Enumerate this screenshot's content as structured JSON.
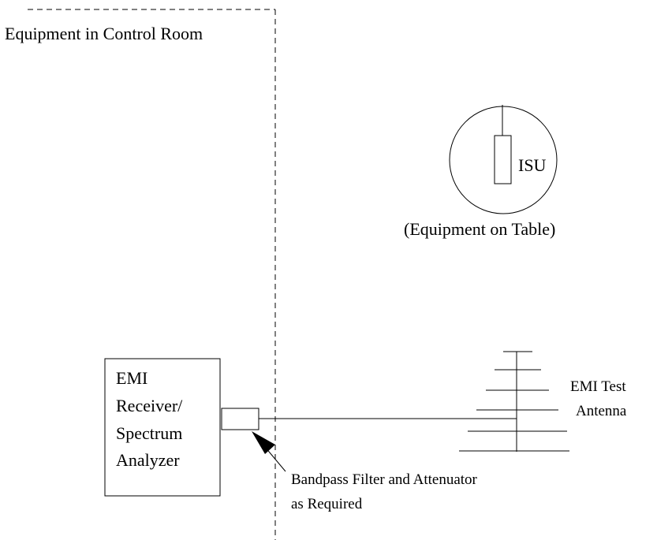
{
  "labels": {
    "control_room": "Equipment  in Control Room",
    "isu": "ISU",
    "equipment_on_table": "(Equipment  on Table)",
    "antenna_line1": "EMI Test",
    "antenna_line2": "Antenna",
    "receiver_line1": "EMI",
    "receiver_line2": "Receiver/",
    "receiver_line3": "Spectrum",
    "receiver_line4": "Analyzer",
    "filter_line1": "Bandpass Filter and Attenuator",
    "filter_line2": "as Required"
  },
  "colors": {
    "stroke": "#000000",
    "background": "#ffffff"
  }
}
